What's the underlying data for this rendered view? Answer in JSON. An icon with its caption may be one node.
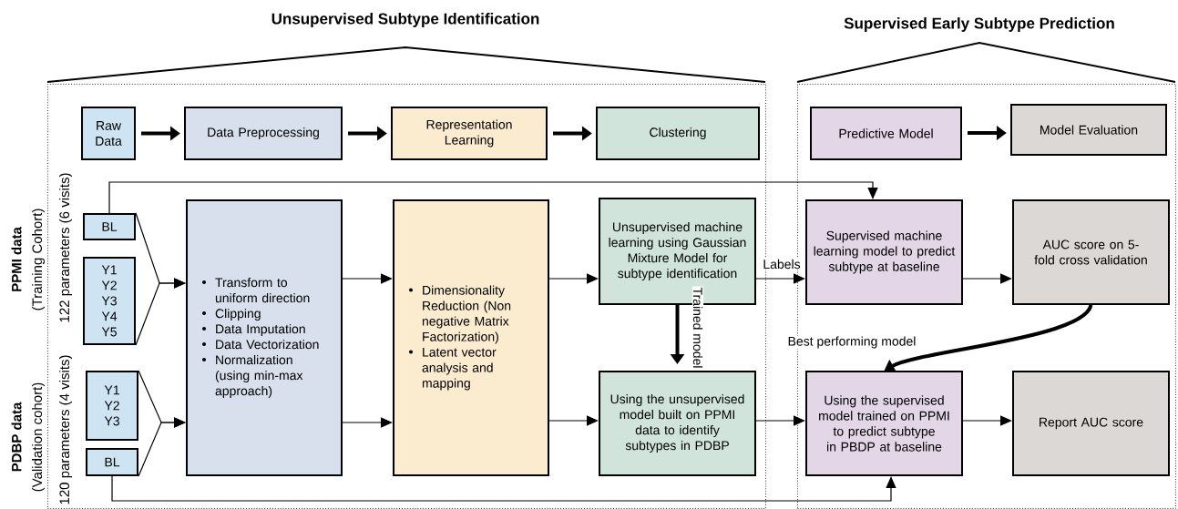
{
  "diagram": {
    "nodes": [
      {
        "text": [
          "Unsupervised Subtype Identification"
        ]
      },
      {
        "text": [
          "Supervised Early Subtype Prediction"
        ]
      },
      {
        "text": [
          "Raw Data"
        ],
        "in": 0
      },
      {
        "text": [
          "Data Preprocessing"
        ],
        "in": 0
      },
      {
        "text": [
          "Representation Learning"
        ],
        "in": 0
      },
      {
        "text": [
          "Clustering"
        ],
        "in": 0
      },
      {
        "text": [
          "Predictive Model"
        ],
        "in": 1
      },
      {
        "text": [
          "Model Evaluation"
        ],
        "in": 1
      },
      {
        "text": [
          "BL"
        ],
        "in": 0
      },
      {
        "text": [
          "Y1 Y2 Y3 Y4 Y5"
        ],
        "in": 0
      },
      {
        "text": [
          "Y1 Y2 Y3"
        ],
        "in": 0
      },
      {
        "text": [
          "BL"
        ],
        "in": 0
      },
      {
        "text": [
          "Transform to uniform direction",
          "Clipping",
          "Data Imputation",
          "Data Vectorization",
          "Normalization (using min-max approach)"
        ],
        "in": 0
      },
      {
        "text": [
          "Dimensionality Reduction (Non negative Matrix Factorization)",
          "Latent vector analysis and mapping"
        ],
        "in": 0
      },
      {
        "text": [
          "Unsupervised machine learning using Gaussian Mixture Model for subtype identification"
        ],
        "in": 0
      },
      {
        "text": [
          "Using the unsupervised model built on PPMI data to identify subtypes in PDBP"
        ],
        "in": 0
      },
      {
        "text": [
          "Supervised machine learning model to predict subtype at baseline"
        ],
        "in": 1
      },
      {
        "text": [
          "AUC score on 5-fold cross validation"
        ],
        "in": 1
      },
      {
        "text": [
          "Using the supervised model trained on PPMI to predict subtype in PBDP at baseline"
        ],
        "in": 1
      },
      {
        "text": [
          "Report AUC score"
        ],
        "in": 1
      }
    ],
    "edges": [
      {
        "from": 2,
        "to": 3,
        "arrow": "to",
        "style": "thick"
      },
      {
        "from": 3,
        "to": 4,
        "arrow": "to",
        "style": "thick"
      },
      {
        "from": 4,
        "to": 5,
        "arrow": "to",
        "style": "thick"
      },
      {
        "from": 6,
        "to": 7,
        "arrow": "to",
        "style": "thick"
      },
      {
        "from": 8,
        "to": 12,
        "arrow": "to"
      },
      {
        "from": 9,
        "to": 12,
        "arrow": "to"
      },
      {
        "from": 10,
        "to": 12,
        "arrow": "to"
      },
      {
        "from": 11,
        "to": 12,
        "arrow": "to"
      },
      {
        "from": 12,
        "to": 13,
        "arrow": "to"
      },
      {
        "from": 12,
        "to": 13,
        "arrow": "to"
      },
      {
        "from": 13,
        "to": 14,
        "arrow": "to"
      },
      {
        "from": 13,
        "to": 15,
        "arrow": "to"
      },
      {
        "from": 14,
        "to": 15,
        "arrow": "to",
        "style": "thick",
        "label": "Trained model"
      },
      {
        "from": 14,
        "to": 16,
        "arrow": "to",
        "label": "Labels"
      },
      {
        "from": 8,
        "to": 16,
        "arrow": "to"
      },
      {
        "from": 15,
        "to": 18,
        "arrow": "to"
      },
      {
        "from": 11,
        "to": 18,
        "arrow": "to"
      },
      {
        "from": 16,
        "to": 17,
        "arrow": "to"
      },
      {
        "from": 17,
        "to": 18,
        "arrow": "to",
        "style": "thick",
        "label": "Best performing model"
      },
      {
        "from": 18,
        "to": 19,
        "arrow": "to"
      }
    ],
    "labels": [
      "PPMI data",
      "(Training Cohort)",
      "122 parameters (6 visits)",
      "PDBP data",
      "(Validation cohort)",
      "120 parameters (4 visits)"
    ]
  }
}
